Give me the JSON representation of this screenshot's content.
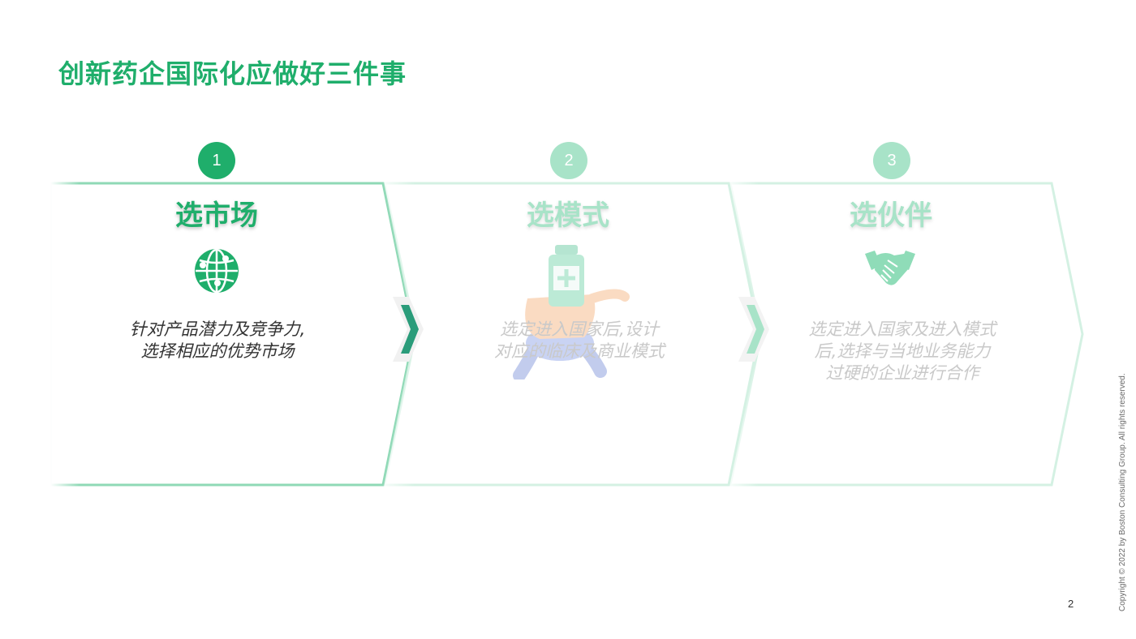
{
  "title": "创新药企国际化应做好三件事",
  "colors": {
    "accent": "#1fae6b",
    "accent_faded": "#a8e3c8",
    "text_dark": "#333333",
    "text_faded": "#c9c9c9"
  },
  "steps": [
    {
      "number": "1",
      "title": "选市场",
      "icon": "globe-network-icon",
      "desc_lines": [
        "针对产品潜力及竞争力,",
        "选择相应的优势市场"
      ],
      "active": true
    },
    {
      "number": "2",
      "title": "选模式",
      "icon": "medicine-bottle-runner-icon",
      "desc_lines": [
        "选定进入国家后,设计",
        "对应的临床及商业模式"
      ],
      "active": false
    },
    {
      "number": "3",
      "title": "选伙伴",
      "icon": "handshake-icon",
      "desc_lines": [
        "选定进入国家及进入模式",
        "后,选择与当地业务能力",
        "过硬的企业进行合作"
      ],
      "active": false
    }
  ],
  "page_number": "2",
  "copyright": "Copyright © 2022 by Boston Consulting Group. All rights reserved."
}
